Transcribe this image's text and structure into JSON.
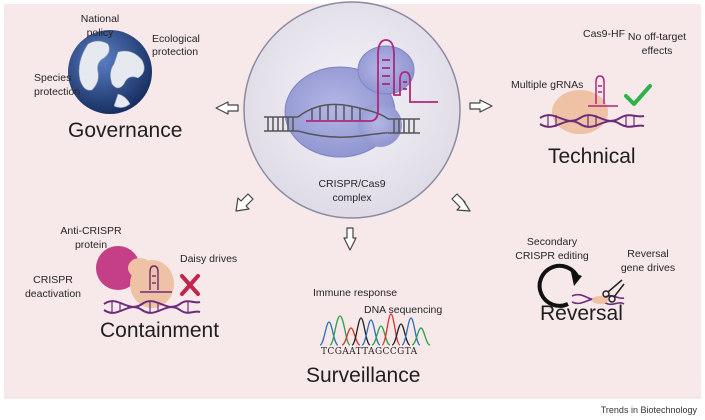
{
  "center": {
    "label_line1": "CRISPR/Cas9",
    "label_line2": "complex"
  },
  "governance": {
    "title": "Governance",
    "labels": [
      "National policy",
      "Ecological protection",
      "Species protection"
    ],
    "national_line1": "National",
    "national_line2": "policy",
    "ecological_line1": "Ecological",
    "ecological_line2": "protection",
    "species_line1": "Species",
    "species_line2": "protection"
  },
  "technical": {
    "title": "Technical",
    "cas9hf": "Cas9-HF",
    "no_off_line1": "No off-target",
    "no_off_line2": "effects",
    "multiple_grnas": "Multiple gRNAs"
  },
  "containment": {
    "title": "Containment",
    "anti_line1": "Anti-CRISPR",
    "anti_line2": "protein",
    "daisy": "Daisy drives",
    "deact_line1": "CRISPR",
    "deact_line2": "deactivation"
  },
  "surveillance": {
    "title": "Surveillance",
    "immune": "Immune response",
    "dna_seq": "DNA sequencing",
    "sequence": "TCGAATTAGCCGTA"
  },
  "reversal": {
    "title": "Reversal",
    "secondary_line1": "Secondary",
    "secondary_line2": "CRISPR editing",
    "reversal_gd_line1": "Reversal",
    "reversal_gd_line2": "gene drives"
  },
  "footer": "Trends in Biotechnology",
  "colors": {
    "background": "#f7e8ea",
    "cas9": "#9ea3d8",
    "dna_purple": "#6b2c7a",
    "guide_magenta": "#b0277d",
    "peach": "#efc2a6",
    "anti_crispr": "#c43f86",
    "red_x": "#c0254d",
    "check_green": "#2db24a",
    "globe_blue": "#1f3c7a"
  }
}
